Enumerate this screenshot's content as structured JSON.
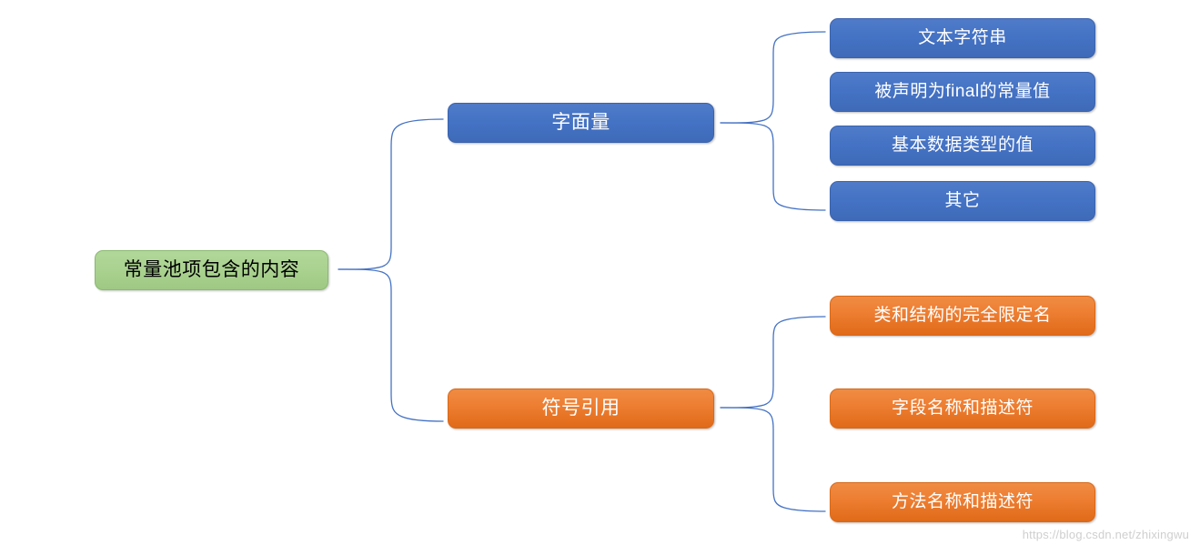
{
  "diagram": {
    "type": "mind-map",
    "title": "常量池项包含的内容",
    "orientation": "left-to-right",
    "colors": {
      "root_fill": "#a9d18e",
      "blue_fill": "#4472c4",
      "orange_fill": "#ed7d31",
      "connector_stroke": "#4472c4",
      "root_text": "#000000",
      "node_text": "#ffffff",
      "background": "#ffffff",
      "watermark_text": "#cfcfcf"
    },
    "root": {
      "label": "常量池项包含的内容"
    },
    "branches": [
      {
        "id": "literal",
        "label": "字面量",
        "color": "blue",
        "children": [
          {
            "label": "文本字符串"
          },
          {
            "label": "被声明为final的常量值"
          },
          {
            "label": "基本数据类型的值"
          },
          {
            "label": "其它"
          }
        ]
      },
      {
        "id": "symbolic-reference",
        "label": "符号引用",
        "color": "orange",
        "children": [
          {
            "label": "类和结构的完全限定名"
          },
          {
            "label": "字段名称和描述符"
          },
          {
            "label": "方法名称和描述符"
          }
        ]
      }
    ]
  },
  "watermark": {
    "text": "https://blog.csdn.net/zhixingwu"
  }
}
